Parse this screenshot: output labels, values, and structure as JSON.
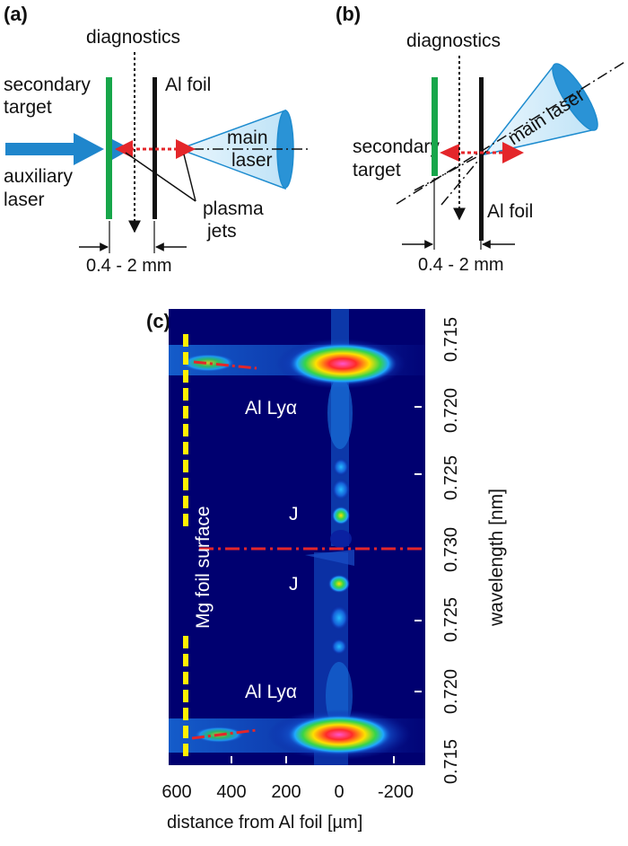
{
  "panel_a": {
    "letter": "(a)",
    "diagnostics": "diagnostics",
    "secondary": "secondary",
    "target": "target",
    "al_foil": "Al foil",
    "main": "main",
    "laser": "laser",
    "auxiliary": "auxiliary",
    "aux_laser": "laser",
    "plasma": "plasma",
    "jets": "jets",
    "distance": "0.4 - 2 mm"
  },
  "panel_b": {
    "letter": "(b)",
    "diagnostics": "diagnostics",
    "secondary": "secondary",
    "target": "target",
    "main_laser": "main laser",
    "al_foil": "Al foil",
    "distance": "0.4 - 2 mm"
  },
  "panel_c": {
    "letter": "(c)",
    "mg_label": "Mg foil surface",
    "al_lya_top": "Al Lyα",
    "al_lya_bottom": "Al Lyα",
    "j_top": "J",
    "j_bottom": "J",
    "xlabel": "distance from Al foil [µm]",
    "ylabel": "wavelength [nm]",
    "x_ticks": [
      "600",
      "400",
      "200",
      "0",
      "-200"
    ],
    "y_ticks": [
      "0.715",
      "0.720",
      "0.725",
      "0.730",
      "0.725",
      "0.720",
      "0.715"
    ]
  },
  "colors": {
    "green_target": "#17a64a",
    "aux_arrow": "#1f86cc",
    "red_arrow": "#e4262a",
    "cone": "#c8e7f8",
    "yellow": "#ffef00",
    "image_bg": "#000070"
  }
}
